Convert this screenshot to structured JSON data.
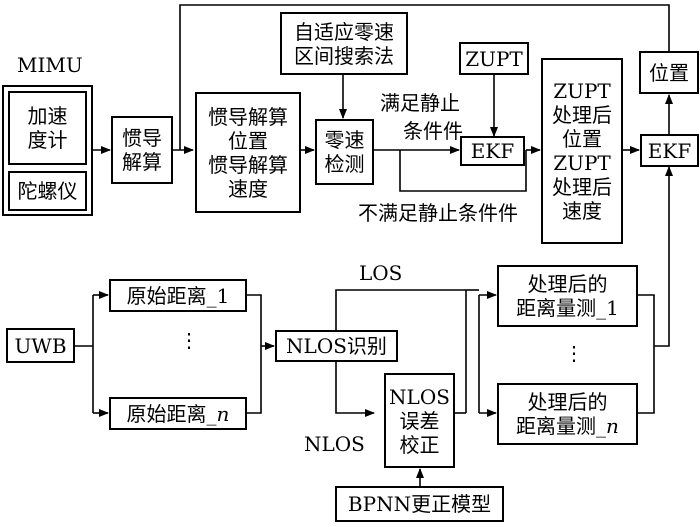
{
  "mimu": {
    "title": "MIMU",
    "accelerometer": [
      "加速",
      "度计"
    ],
    "gyroscope": "陀螺仪"
  },
  "ins_solution": [
    "惯导",
    "解算"
  ],
  "ins_results": [
    "惯导解算",
    "位置",
    "惯导解算",
    "速度"
  ],
  "adaptive_search": [
    "自适应零速",
    "区间搜索法"
  ],
  "zero_velocity_detection": [
    "零速",
    "检测"
  ],
  "zupt_top": "ZUPT",
  "ekf_1": "EKF",
  "condition_met": [
    "满足静止",
    "条件件"
  ],
  "condition_not_met": "不满足静止条件件",
  "zupt_results": [
    "ZUPT",
    "处理后",
    "位置",
    "ZUPT",
    "处理后",
    "速度"
  ],
  "position_box": "位置",
  "ekf_2": "EKF",
  "uwb": "UWB",
  "raw_range_1": {
    "text": "原始距离_",
    "sub": "1"
  },
  "raw_range_n": {
    "text": "原始距离_",
    "sub": "n"
  },
  "ellipsis": "⋮",
  "nlos_identify": "NLOS识别",
  "los_label": "LOS",
  "nlos_label": "NLOS",
  "nlos_correction": [
    "NLOS",
    "误差",
    "校正"
  ],
  "bpnn": "BPNN更正模型",
  "processed_range_1": {
    "line1": "处理后的",
    "text": "距离量测_",
    "sub": "1"
  },
  "processed_range_n": {
    "line1": "处理后的",
    "text": "距离量测_",
    "sub": "n"
  }
}
